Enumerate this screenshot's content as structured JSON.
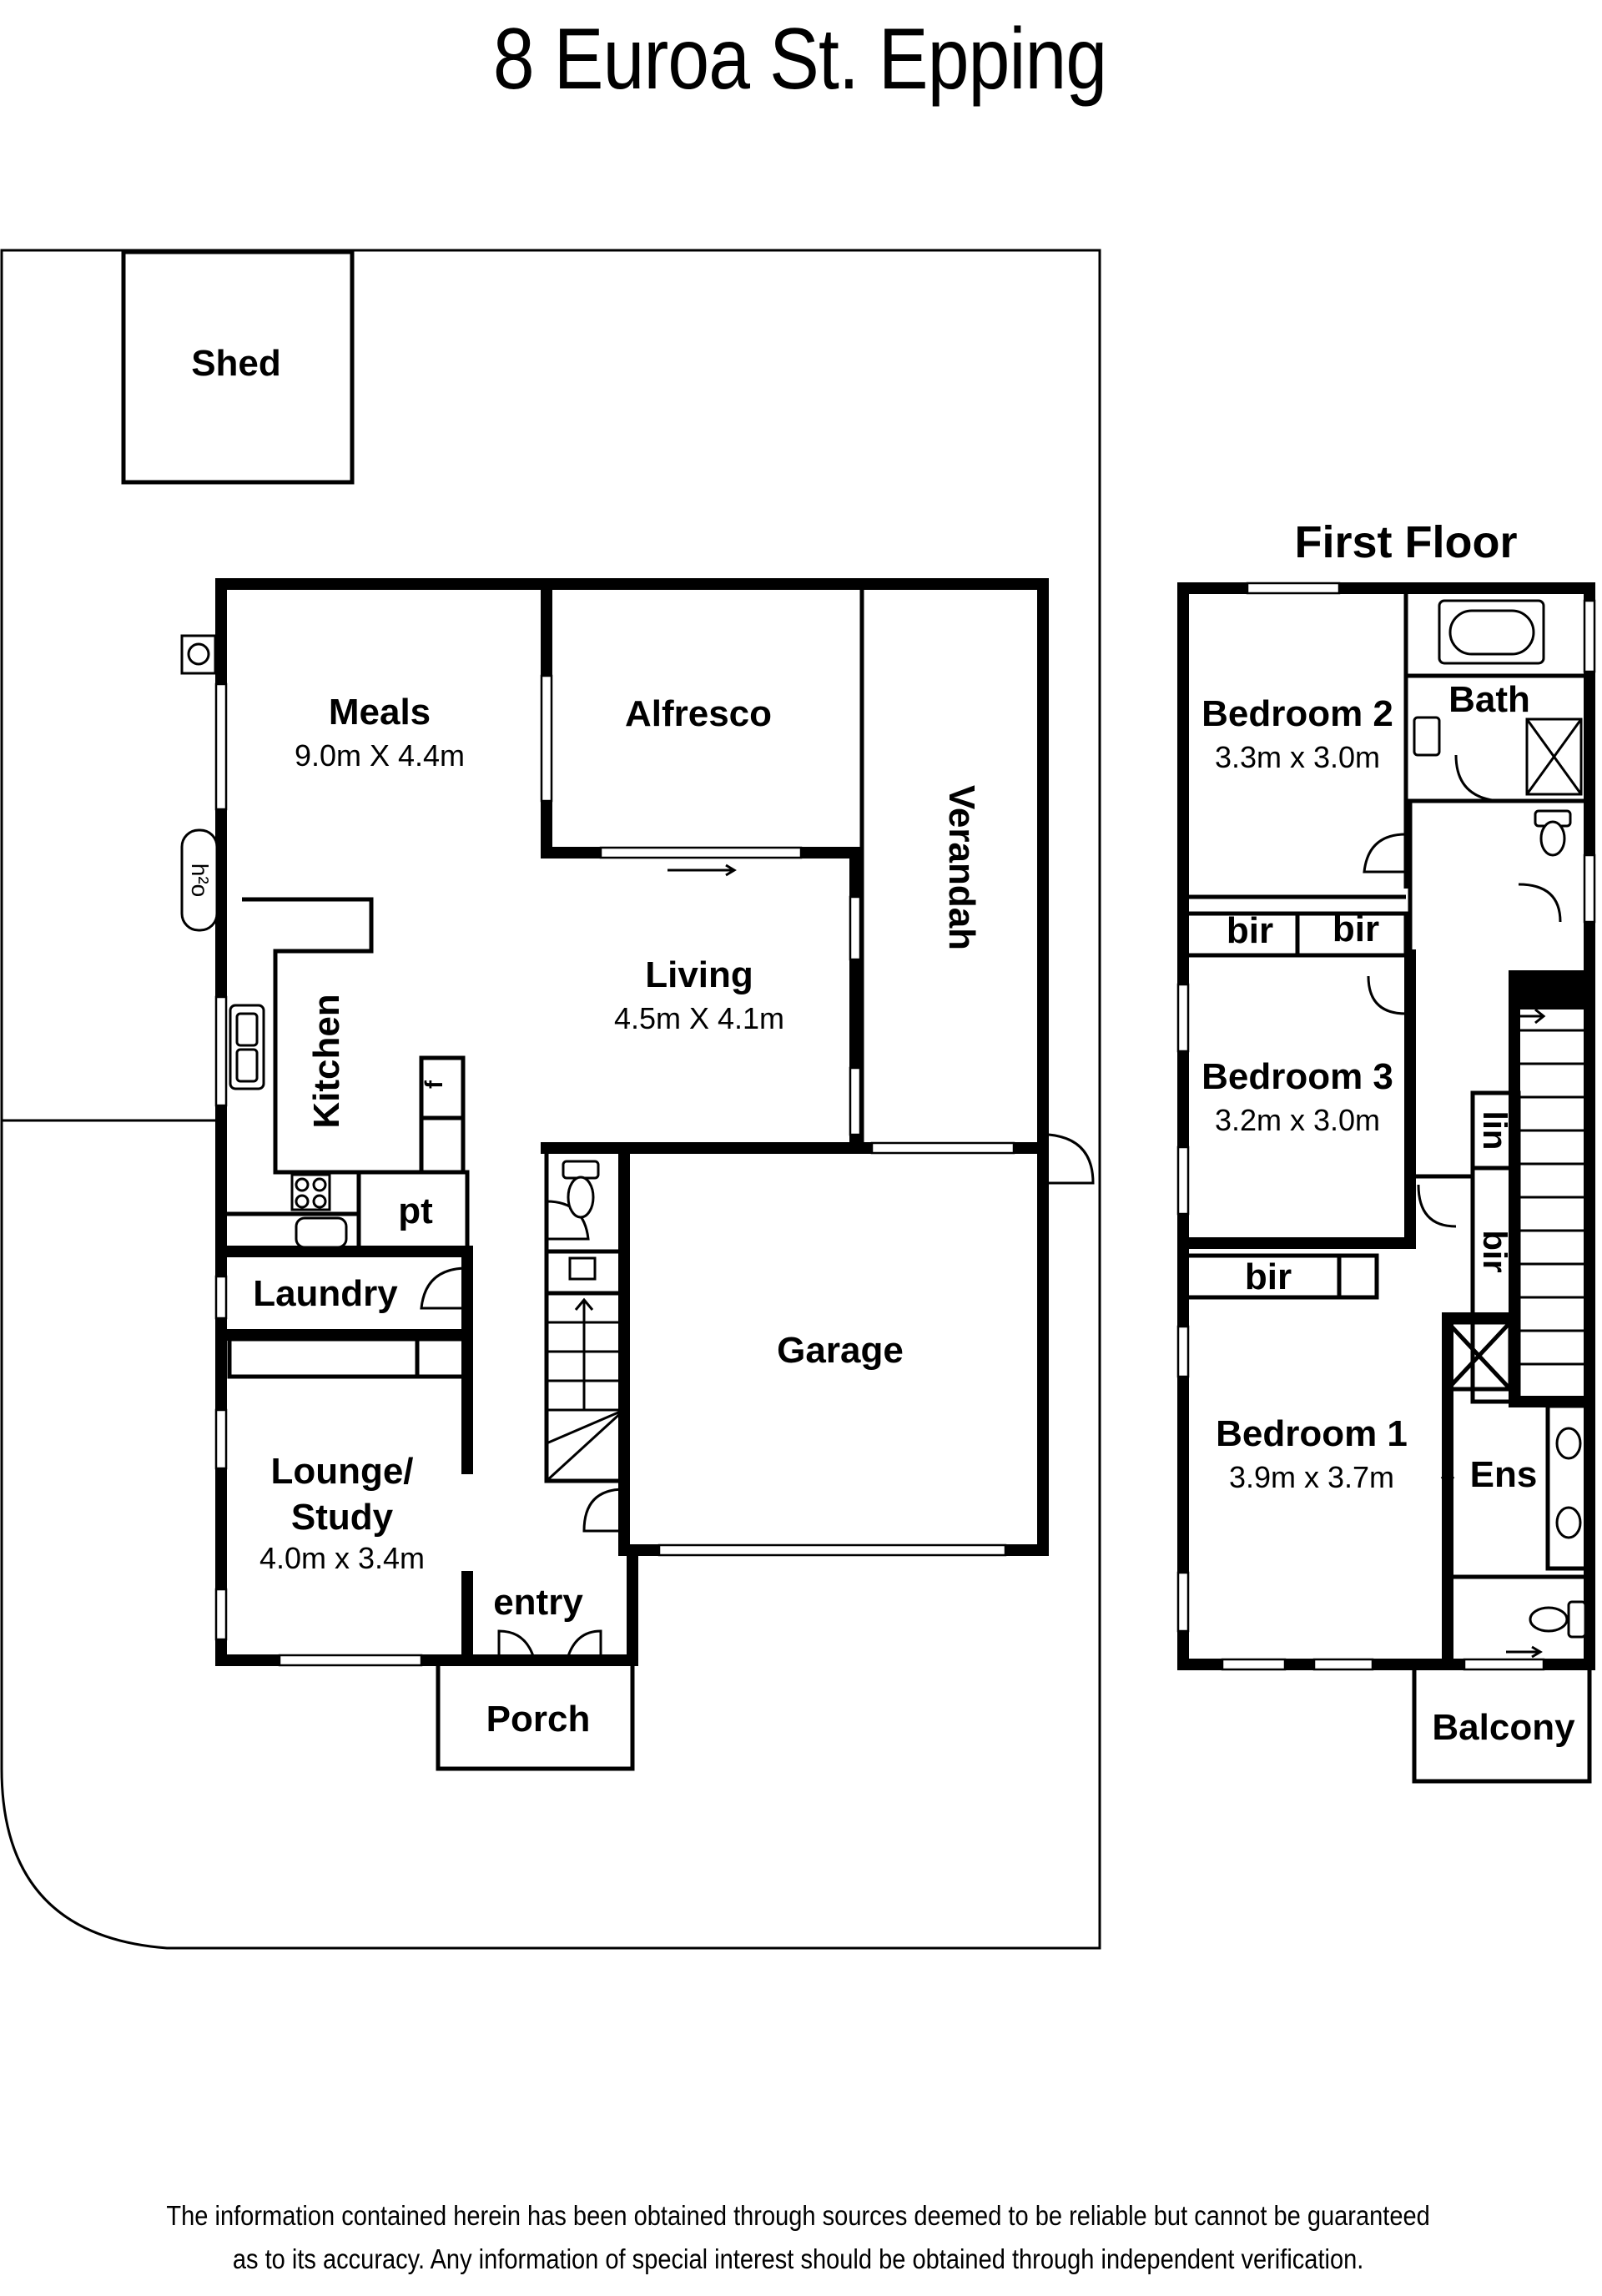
{
  "title": "8 Euroa St. Epping",
  "first_floor_heading": "First Floor",
  "ground_floor": {
    "shed": "Shed",
    "meals": {
      "name": "Meals",
      "size": "9.0m X 4.4m"
    },
    "alfresco": "Alfresco",
    "verandah": "Verandah",
    "living": {
      "name": "Living",
      "size": "4.5m X 4.1m"
    },
    "kitchen": "Kitchen",
    "fridge": "f",
    "pantry": "pt",
    "laundry": "Laundry",
    "garage": "Garage",
    "lounge": {
      "name_line1": "Lounge/",
      "name_line2": "Study",
      "size": "4.0m x 3.4m"
    },
    "entry": "entry",
    "porch": "Porch",
    "water_tank": "h²o"
  },
  "first_floor": {
    "bedroom2": {
      "name": "Bedroom 2",
      "size": "3.3m x 3.0m"
    },
    "bath": "Bath",
    "bir_1": "bir",
    "bir_2": "bir",
    "bedroom3": {
      "name": "Bedroom 3",
      "size": "3.2m x 3.0m"
    },
    "linen": "lin",
    "bir_3": "bir",
    "bir_4": "bir",
    "bedroom1": {
      "name": "Bedroom 1",
      "size": "3.9m x 3.7m"
    },
    "ensuite": "Ens",
    "balcony": "Balcony"
  },
  "disclaimer_line1": "The information contained herein has been obtained through sources deemed to be reliable but cannot be guaranteed",
  "disclaimer_line2": "as to its accuracy.  Any information of special interest should be obtained through independent verification."
}
